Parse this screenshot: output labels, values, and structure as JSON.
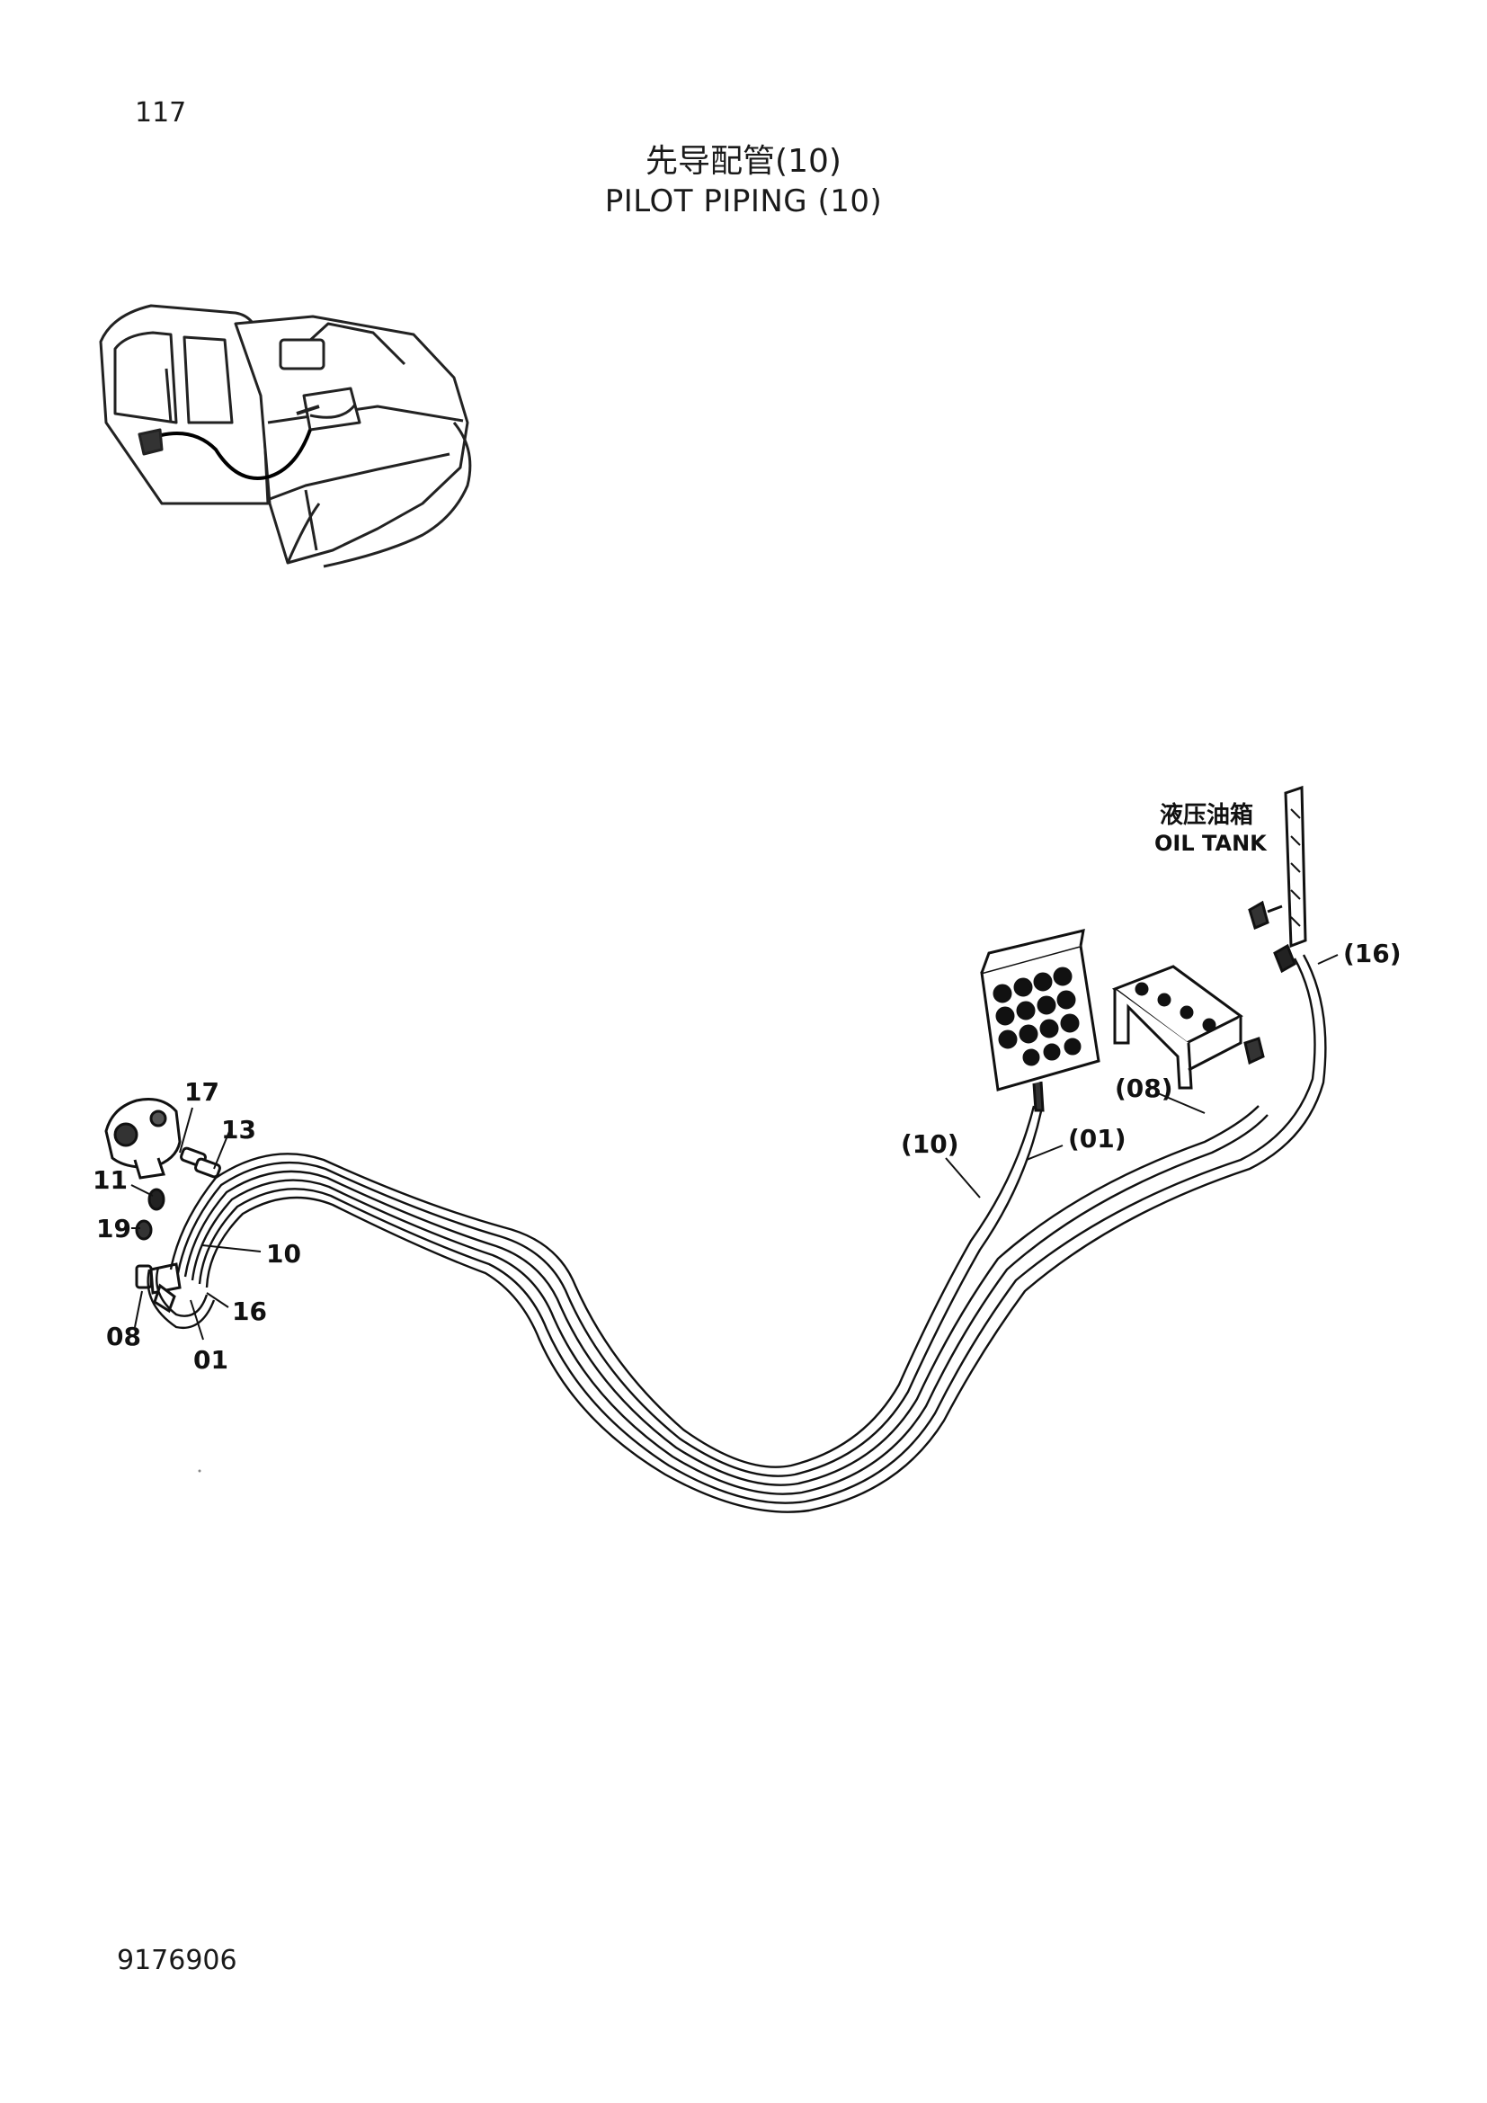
{
  "page_number": "117",
  "title_cn": "先导配管(10)",
  "title_en": "PILOT  PIPING (10)",
  "tank_label_cn": "液压油箱",
  "tank_label_en": "OIL  TANK",
  "callouts": {
    "c17": "17",
    "c13": "13",
    "c11": "11",
    "c19": "19",
    "c10": "10",
    "c16": "16",
    "c08": "08",
    "c01": "01",
    "p10": "(10)",
    "p01": "(01)",
    "p08": "(08)",
    "p16": "(16)"
  },
  "document_number": "9176906"
}
